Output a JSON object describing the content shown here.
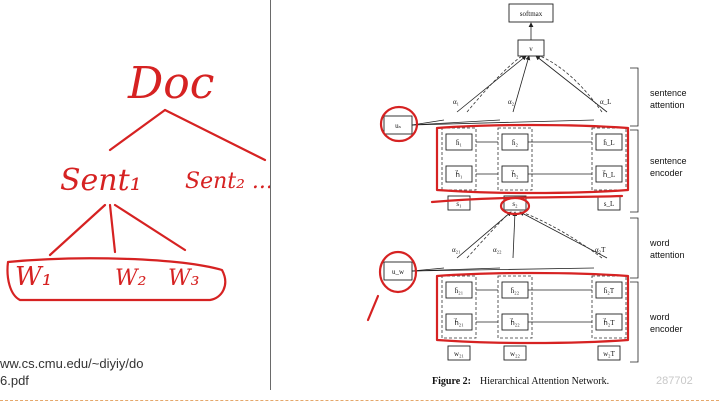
{
  "slide": {
    "url_line1": "ww.cs.cmu.edu/~diyiy/do",
    "url_line2": "6.pdf"
  },
  "annotations": {
    "doc": "Doc",
    "sent1": "Sent₁",
    "sent2": "Sent₂ .....",
    "w1": "W₁",
    "w2": "W₂",
    "w3": "W₃"
  },
  "diagram": {
    "softmax": "softmax",
    "v": "v",
    "us": "uₛ",
    "uw": "u_w",
    "alpha_s": [
      "α₁",
      "α₂",
      "α_L"
    ],
    "alpha_w": [
      "α₂₁",
      "α₂₂",
      "α₂T"
    ],
    "h_sent_back": [
      "h̄₁",
      "h̄₂",
      "h̄_L"
    ],
    "h_sent_fwd": [
      "h⃗₁",
      "h⃗₂",
      "h⃗_L"
    ],
    "s_inputs": [
      "s₁",
      "s₂",
      "s_L"
    ],
    "h_word_back": [
      "h̄₂₁",
      "h̄₂₂",
      "h̄₂T"
    ],
    "h_word_fwd": [
      "h⃗₂₁",
      "h⃗₂₂",
      "h⃗₂T"
    ],
    "w_inputs": [
      "w₂₁",
      "w₂₂",
      "w₂T"
    ],
    "labels": {
      "sentence_attention": [
        "sentence",
        "attention"
      ],
      "sentence_encoder": [
        "sentence",
        "encoder"
      ],
      "word_attention": [
        "word",
        "attention"
      ],
      "word_encoder": [
        "word",
        "encoder"
      ]
    },
    "caption_prefix": "Figure 2:",
    "caption": "Hierarchical Attention Network.",
    "watermark": "287702"
  }
}
